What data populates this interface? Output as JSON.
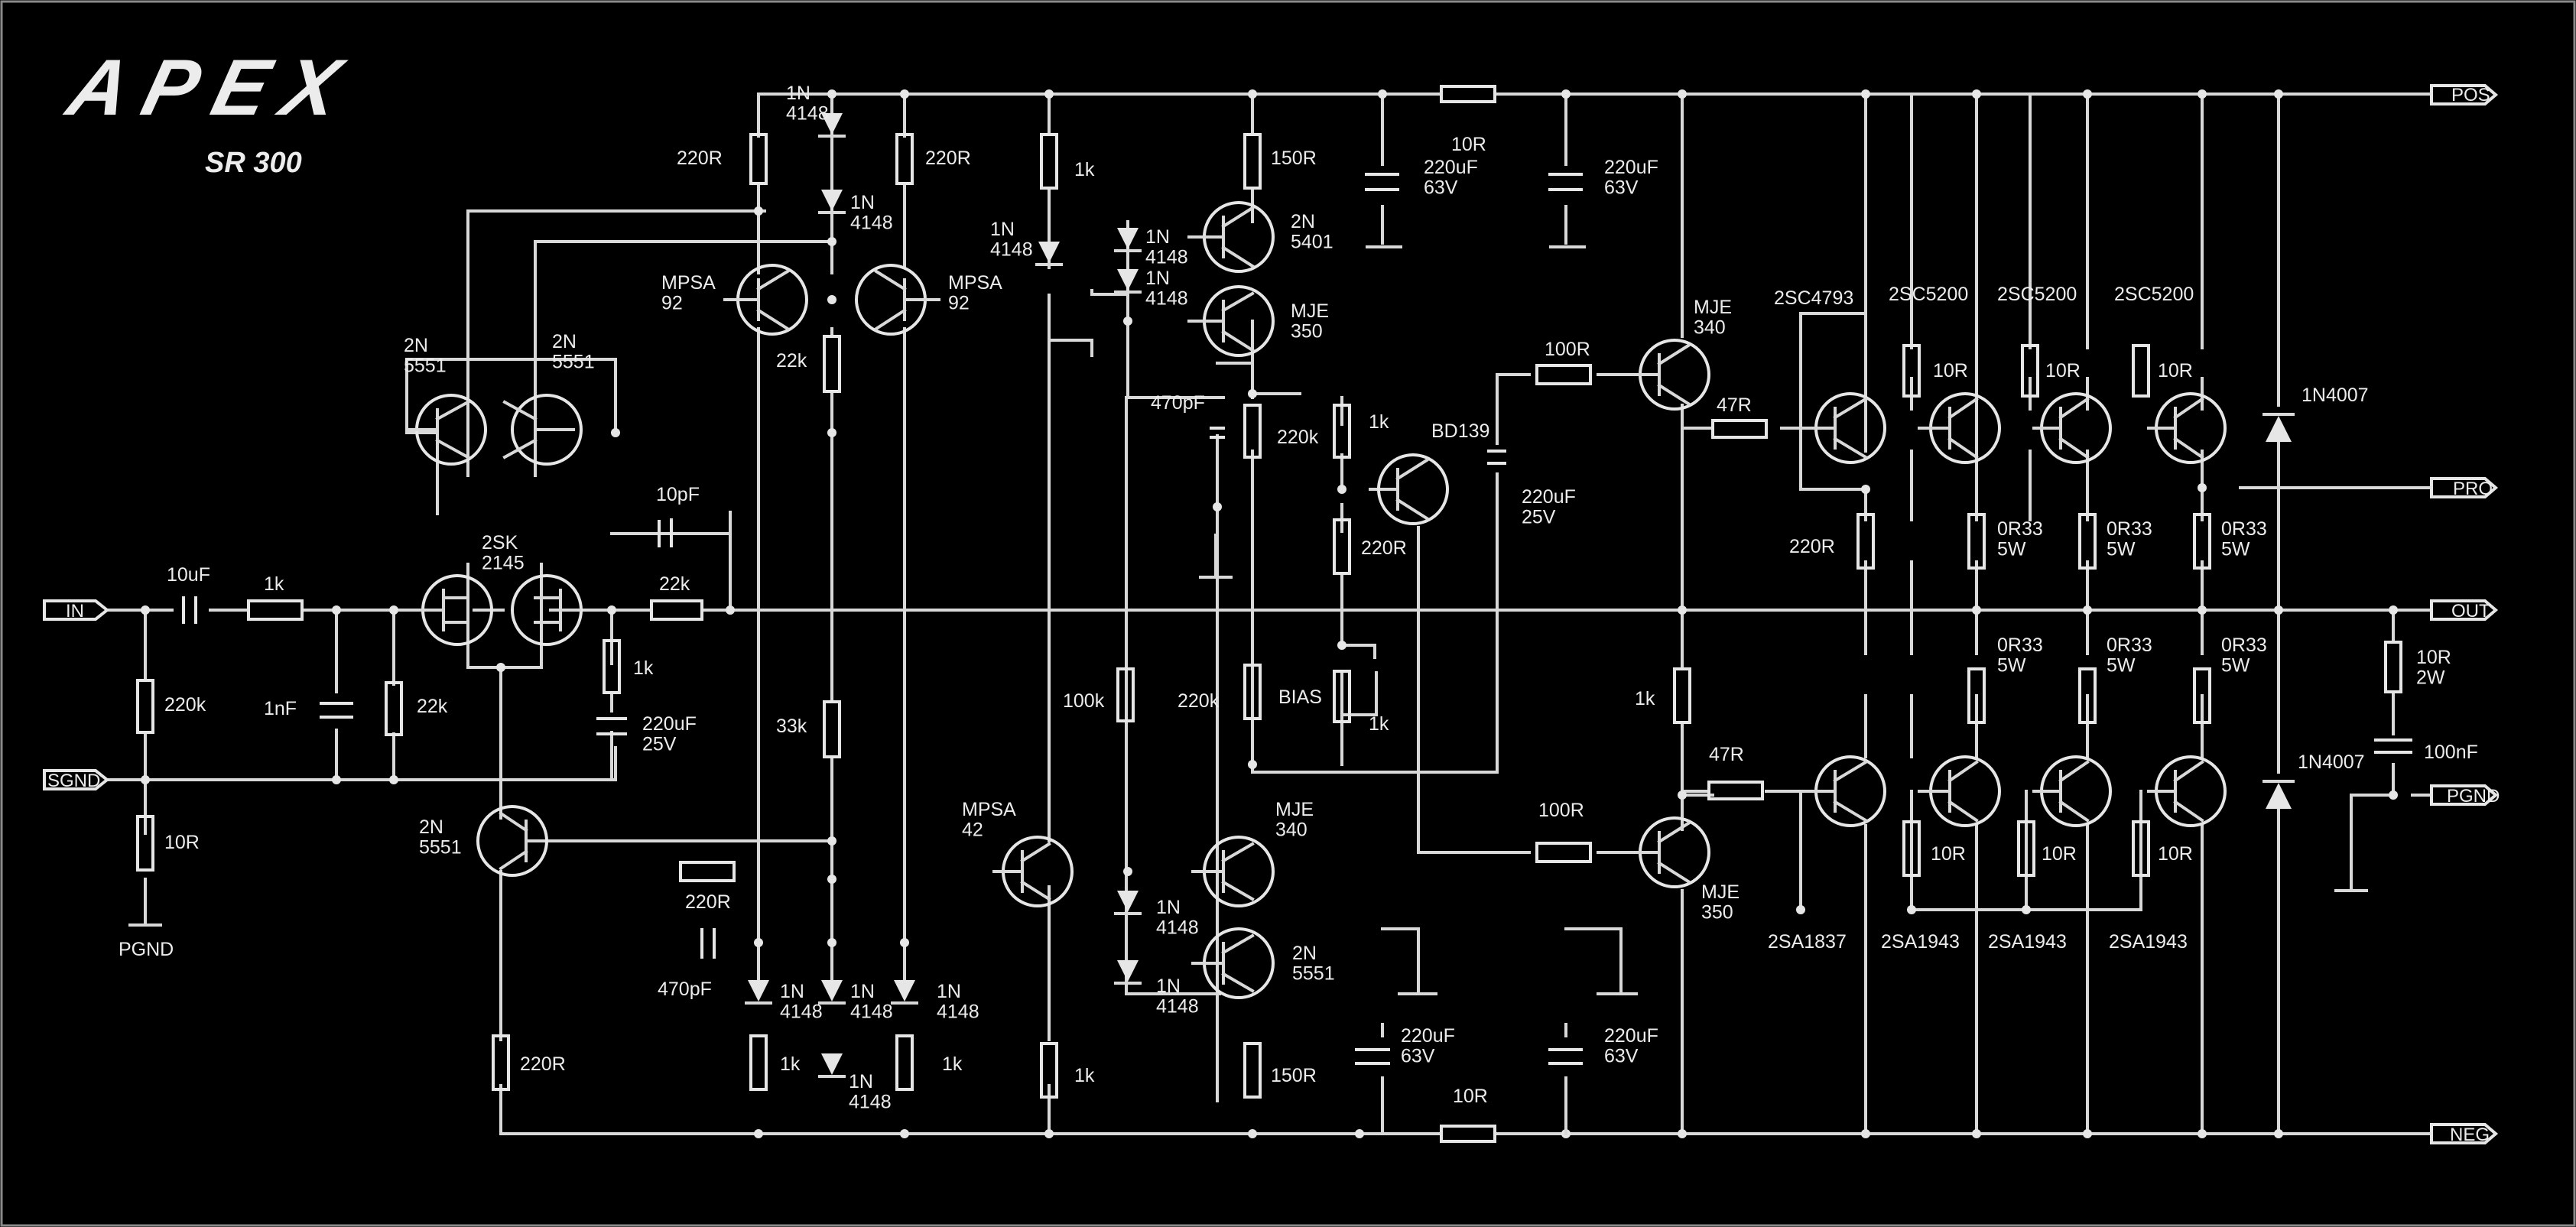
{
  "brand": {
    "logo_text": "APEX",
    "model": "SR 300"
  },
  "ports": {
    "pos": "POS",
    "pro": "PRO",
    "in": "IN",
    "out": "OUT",
    "sgnd": "SGND",
    "pgnd": "PGND",
    "neg": "NEG"
  },
  "labels": {
    "r_220r_a": "220R",
    "d_1n4148_a": "1N\n4148",
    "d_1n4148_b": "1N\n4148",
    "r_220r_b": "220R",
    "r_1k_a": "1k",
    "r_150r_a": "150R",
    "r_10r_top": "10R",
    "c_220uf_a": "220uF\n63V",
    "c_220uf_b": "220uF\n63V",
    "d_1n4148_c": "1N\n4148",
    "d_1n4148_d": "1N\n4148",
    "d_1n4148_e": "1N\n4148",
    "q_2n5401": "2N\n5401",
    "q_mje350_a": "MJE\n350",
    "q_mpsa92_a": "MPSA\n92",
    "q_mpsa92_b": "MPSA\n92",
    "q_2n5551_a": "2N\n5551",
    "q_2n5551_b": "2N\n5551",
    "r_22k_a": "22k",
    "c_470pf_a": "470pF",
    "r_220k_a": "220k",
    "r_1k_b": "1k",
    "q_bd139": "BD139",
    "r_100r_a": "100R",
    "q_mje340_a": "MJE\n340",
    "r_47r_a": "47R",
    "q_2sc4793": "2SC4793",
    "q_2sc5200_a": "2SC5200",
    "q_2sc5200_b": "2SC5200",
    "q_2sc5200_c": "2SC5200",
    "r_10r_a": "10R",
    "r_10r_b": "10R",
    "r_10r_c": "10R",
    "d_1n4007_a": "1N4007",
    "c_10pf": "10pF",
    "q_2sk2145": "2SK\n2145",
    "r_22k_b": "22k",
    "r_220r_c": "220R",
    "c_220uf_c": "220uF\n25V",
    "r_0r33_a": "0R33\n5W",
    "r_0r33_b": "0R33\n5W",
    "r_0r33_c": "0R33\n5W",
    "c_10uf": "10uF",
    "r_1k_c": "1k",
    "r_220k_b": "220k",
    "c_1nf": "1nF",
    "r_22k_c": "22k",
    "r_1k_d": "1k",
    "c_220uf_d": "220uF\n25V",
    "r_33k": "33k",
    "r_100k": "100k",
    "r_220k_c": "220k",
    "bias": "BIAS",
    "r_1k_e": "1k",
    "r_1k_f": "1k",
    "r_0r33_d": "0R33\n5W",
    "r_0r33_e": "0R33\n5W",
    "r_0r33_f": "0R33\n5W",
    "r_10r_2w": "10R\n2W",
    "c_100nf": "100nF",
    "d_1n4007_b": "1N4007",
    "r_47r_b": "47R",
    "r_10r_d": "10R",
    "q_2n5551_c": "2N\n5551",
    "pgnd_text": "PGND",
    "q_mpsa42": "MPSA\n42",
    "q_mje340_b": "MJE\n340",
    "r_220r_d": "220R",
    "c_470pf_b": "470pF",
    "d_1n4148_f": "1N\n4148",
    "q_2n5551_d": "2N\n5551",
    "d_1n4148_g": "1N\n4148",
    "r_100r_b": "100R",
    "q_mje350_b": "MJE\n350",
    "d_1n4148_h": "1N\n4148",
    "d_1n4148_i": "1N\n4148",
    "d_1n4148_j": "1N\n4148",
    "d_1n4148_k": "1N\n4148",
    "r_1k_g": "1k",
    "r_1k_h": "1k",
    "r_1k_i": "1k",
    "r_150r_b": "150R",
    "c_220uf_e": "220uF\n63V",
    "c_220uf_f": "220uF\n63V",
    "r_10r_bot": "10R",
    "r_220r_e": "220R",
    "q_2sa1837": "2SA1837",
    "q_2sa1943_a": "2SA1943",
    "q_2sa1943_b": "2SA1943",
    "q_2sa1943_c": "2SA1943",
    "r_10r_e": "10R",
    "r_10r_f": "10R",
    "r_10r_g": "10R"
  },
  "colors": {
    "background": "#000000",
    "trace": "#d8d8d8",
    "text": "#ececec"
  }
}
